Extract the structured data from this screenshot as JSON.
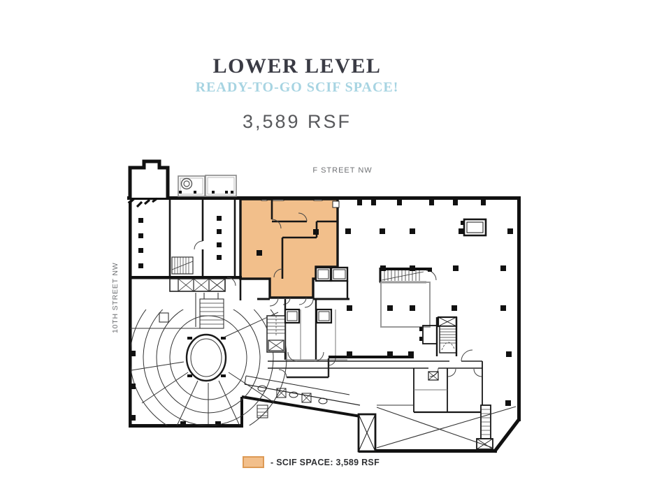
{
  "header": {
    "title": "LOWER LEVEL",
    "subtitle": "READY-TO-GO SCIF SPACE!",
    "area": "3,589 RSF"
  },
  "plan": {
    "street_top": "F STREET NW",
    "street_left": "10TH STREET NW"
  },
  "legend": {
    "label": "- SCIF SPACE: 3,589 RSF"
  },
  "colors": {
    "scif_fill": "#F2BF8B",
    "scif_border": "#DD9A55",
    "title_text": "#3A3B44",
    "subtitle_text": "#A7D4E2",
    "area_text": "#58595C",
    "street_text": "#6F7174",
    "legend_text": "#2F3033",
    "wall": "#111111"
  }
}
